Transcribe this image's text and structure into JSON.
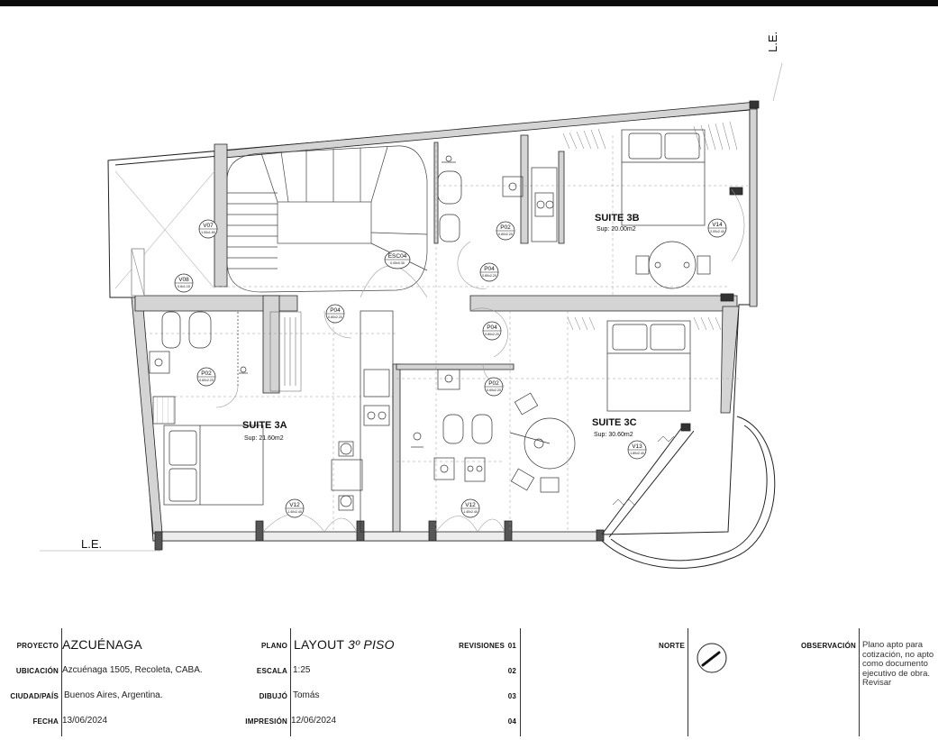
{
  "plan": {
    "le_top": "L.E.",
    "le_bottom": "L.E.",
    "rooms": [
      {
        "name": "SUITE 3B",
        "area": "Sup: 20.00m2"
      },
      {
        "name": "SUITE 3A",
        "area": "Sup: 21.60m2"
      },
      {
        "name": "SUITE 3C",
        "area": "Sup: 30.60m2"
      }
    ],
    "tags": [
      {
        "code": "V07",
        "size": "1.00x1.80"
      },
      {
        "code": "V08",
        "size": "0.6x1.15"
      },
      {
        "code": "ESC04",
        "size": "0.05x0.30"
      },
      {
        "code": "P02",
        "size": "0.60x2.20"
      },
      {
        "code": "P04",
        "size": "0.80x2.20"
      },
      {
        "code": "V14",
        "size": "2.00x2.40"
      },
      {
        "code": "P04",
        "size": "0.80x2.20"
      },
      {
        "code": "P04",
        "size": "0.80x2.20"
      },
      {
        "code": "P02",
        "size": "0.60x2.20"
      },
      {
        "code": "P02",
        "size": "0.60x2.20"
      },
      {
        "code": "V13",
        "size": "1.80x2.40"
      },
      {
        "code": "V12",
        "size": "1.40x2.40"
      },
      {
        "code": "V12",
        "size": "1.40x2.40"
      }
    ]
  },
  "title_block": {
    "proyecto_label": "PROYECTO",
    "proyecto_value": "AZCUÉNAGA",
    "ubicacion_label": "UBICACIÓN",
    "ubicacion_value": "Azcuénaga 1505, Recoleta, CABA.",
    "ciudad_label": "CIUDAD/PAÍS",
    "ciudad_value": "Buenos Aires, Argentina.",
    "fecha_label": "FECHA",
    "fecha_value": "13/06/2024",
    "plano_label": "PLANO",
    "plano_value": "LAYOUT",
    "plano_value_italic": "3º PISO",
    "escala_label": "ESCALA",
    "escala_value": "1:25",
    "dibujo_label": "DIBUJÓ",
    "dibujo_value": "Tomás",
    "impresion_label": "IMPRESIÓN",
    "impresion_value": "12/06/2024",
    "revisiones_label": "REVISIONES",
    "revisiones": [
      "01",
      "02",
      "03",
      "04"
    ],
    "norte_label": "NORTE",
    "observacion_label": "OBSERVACIÓN",
    "observacion_value": "Plano apto para cotización, no apto como documento ejecutivo de obra. Revisar"
  },
  "colors": {
    "wall": "#cfcfcf",
    "line": "#222222",
    "dash": "#9a9a9a"
  }
}
